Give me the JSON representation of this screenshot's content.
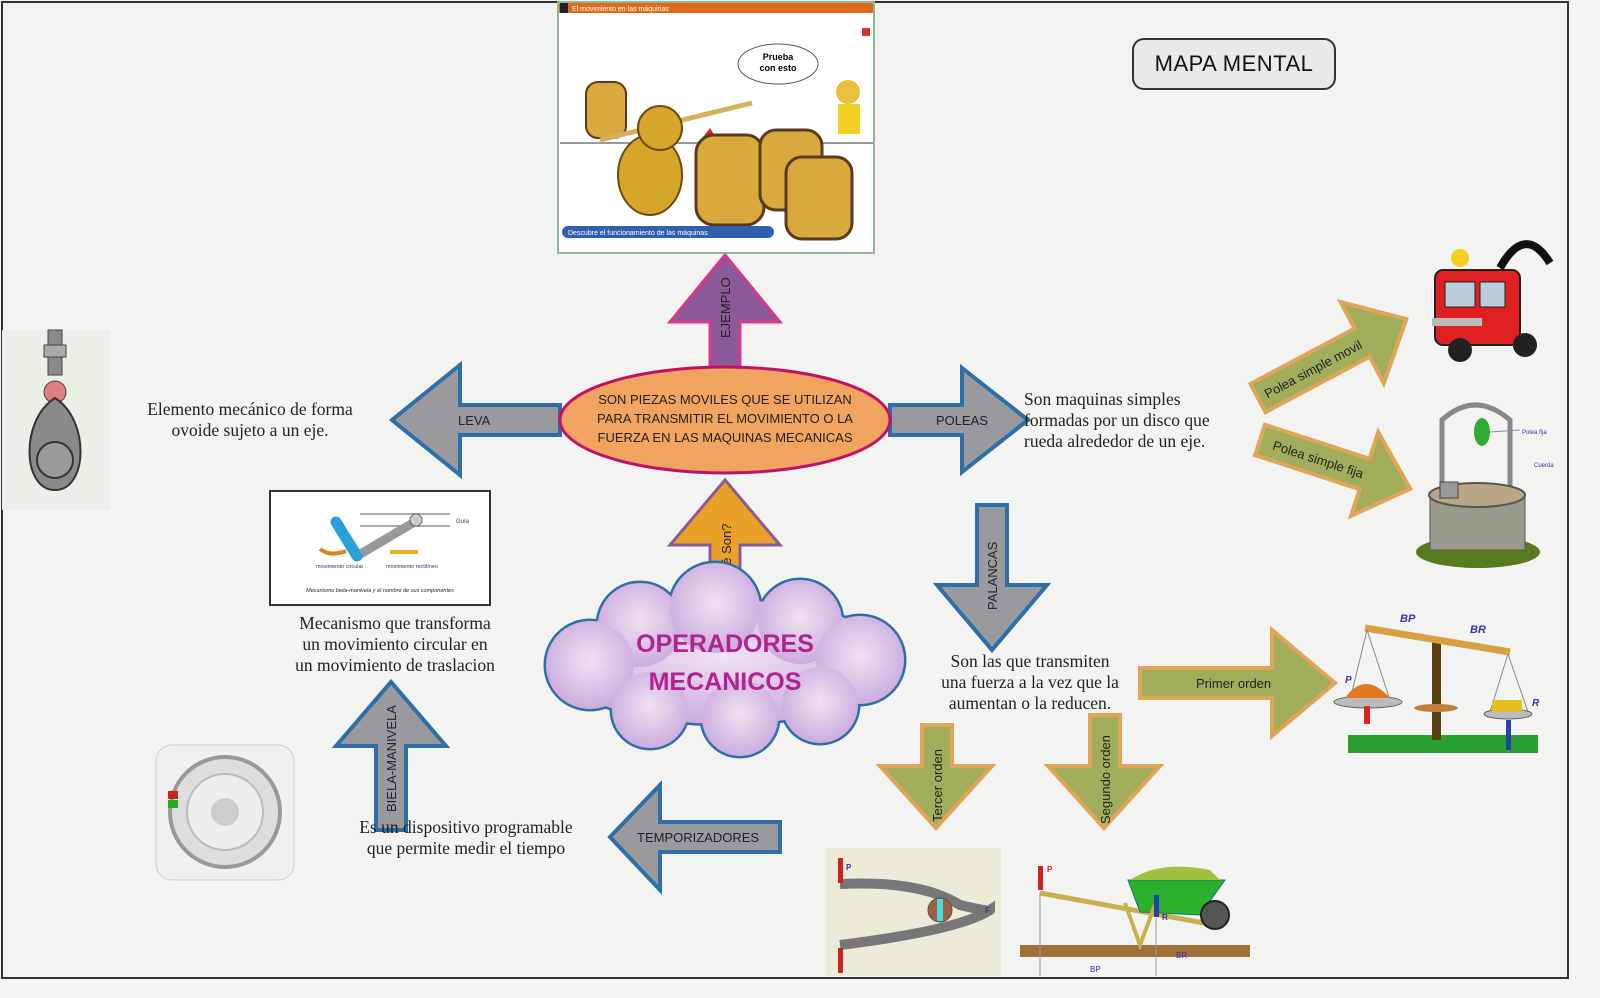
{
  "title": "MAPA MENTAL",
  "center": {
    "label": "OPERADORES MECANICOS",
    "line1": "OPERADORES",
    "line2": "MECANICOS"
  },
  "definition": {
    "line1": "SON PIEZAS MOVILES QUE SE UTILIZAN",
    "line2": "PARA TRANSMITIR EL MOVIMIENTO O LA",
    "line3": "FUERZA EN LAS MAQUINAS MECANICAS"
  },
  "arrows": {
    "que_son": "¿Qué Son?",
    "ejemplo": "EJEMPLO",
    "leva": "LEVA",
    "poleas": "POLEAS",
    "palancas": "PALANCAS",
    "temporizadores": "TEMPORIZADORES",
    "biela_manivela": "BIELA-MANIVELA",
    "primer_orden": "Primer orden",
    "segundo_orden": "Segundo orden",
    "tercer_orden": "Tercer orden",
    "polea_movil": "Polea simple movil",
    "polea_fija": "Polea simple fija"
  },
  "descriptions": {
    "leva": [
      "Elemento mecánico de forma",
      "ovoide sujeto a un eje."
    ],
    "poleas": [
      "Son maquinas simples",
      "formadas por un disco que",
      "rueda alrededor de un eje."
    ],
    "palancas": [
      "Son las que transmiten",
      "una fuerza a la vez que la",
      "aumentan o la reducen."
    ],
    "biela": [
      "Mecanismo que transforma",
      "un movimiento circular en",
      "un movimiento de traslacion"
    ],
    "temporizador": [
      "Es un dispositivo programable",
      "que permite medir el tiempo"
    ]
  },
  "example_image": {
    "header": "El movimiento en las máquinas",
    "bubble_line1": "Prueba",
    "bubble_line2": "con esto",
    "footer": "Descubre el funcionamiento de las máquinas"
  },
  "biela_image": {
    "guia": "Guía",
    "mov_circular": "movimiento circular",
    "mov_rectilineo": "movimiento rectilíneo",
    "caption": "Mecanismo biela-manivela y el nombre de sus componentes"
  },
  "well_image": {
    "polea_fija": "Polea fija",
    "cuerda": "Cuerda"
  },
  "lever_labels": {
    "bp": "BP",
    "br": "BR",
    "p": "P",
    "r": "R",
    "f": "F"
  },
  "colors": {
    "gray_arrow": "#9a9a9e",
    "arrow_border": "#2f6fa8",
    "purple": "#8c5a98",
    "orange": "#e9a227",
    "green_arrow": "#a2ad5c",
    "green_border": "#e1a55a",
    "ellipse": "#f0a460",
    "cloud": "#d9bce6"
  }
}
